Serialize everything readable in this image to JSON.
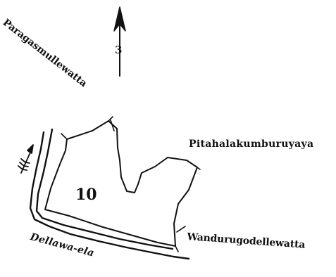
{
  "map": {
    "north_marker": "3",
    "parcel_number": "10",
    "labels": {
      "north_west": "Paragasmullewatta",
      "east": "Pitahalakumburuyaya",
      "south_east": "Wandurugodellewatta",
      "south_stream": "Dellawa-ela"
    },
    "icons": {
      "north_arrow": "north-arrow-icon",
      "stream_flow": "flow-arrow-icon"
    },
    "colors": {
      "ink": "#111111",
      "paper": "#ffffff"
    }
  }
}
